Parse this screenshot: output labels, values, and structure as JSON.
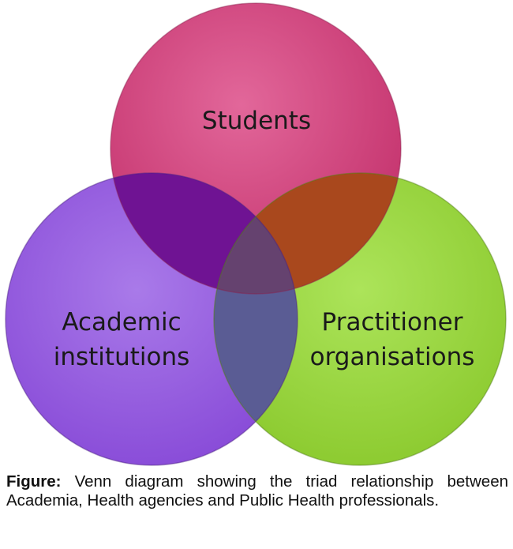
{
  "diagram": {
    "type": "venn",
    "circles": [
      {
        "id": "top",
        "lines": [
          "Students"
        ],
        "color": "#d8437e"
      },
      {
        "id": "left",
        "lines": [
          "Academic",
          "institutions"
        ],
        "color": "#9a5fe3"
      },
      {
        "id": "right",
        "lines": [
          "Practitioner",
          "organisations"
        ],
        "color": "#9ad63a"
      }
    ],
    "overlap_colors": {
      "top_left": "#6f1393",
      "top_right": "#a9481d",
      "left_right": "#5a5c94",
      "center": "#65426f"
    }
  },
  "caption": {
    "label": "Figure:",
    "text": " Venn diagram showing the triad relationship between Academia, Health agencies and Public Health professionals."
  }
}
